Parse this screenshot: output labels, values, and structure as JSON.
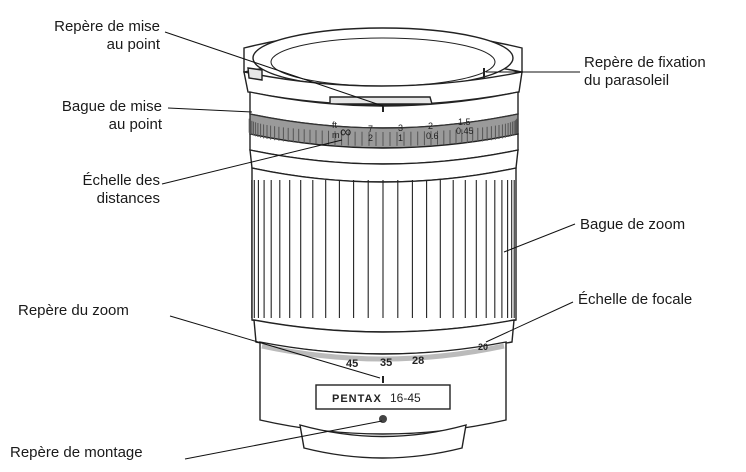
{
  "callouts": {
    "focus_index": [
      "Repère de mise",
      "au point"
    ],
    "focus_ring": [
      "Bague de mise",
      "au point"
    ],
    "distance_scale": [
      "Échelle des",
      "distances"
    ],
    "zoom_index": "Repère du zoom",
    "mount_index": "Repère de montage",
    "hood_index": [
      "Repère de fixation",
      "du parasoleil"
    ],
    "zoom_ring": "Bague de zoom",
    "focal_scale": "Échelle de focale"
  },
  "lens": {
    "brand": "PENTAX",
    "model": "16-45",
    "distance_scale": {
      "ft_unit": "ft",
      "m_unit": "m",
      "infinity": "∞",
      "ft_marks": [
        "7",
        "3",
        "2",
        "1.5"
      ],
      "m_marks": [
        "2",
        "1",
        "0.6",
        "0.45"
      ]
    },
    "focal_marks": [
      "45",
      "35",
      "28",
      "20"
    ]
  }
}
